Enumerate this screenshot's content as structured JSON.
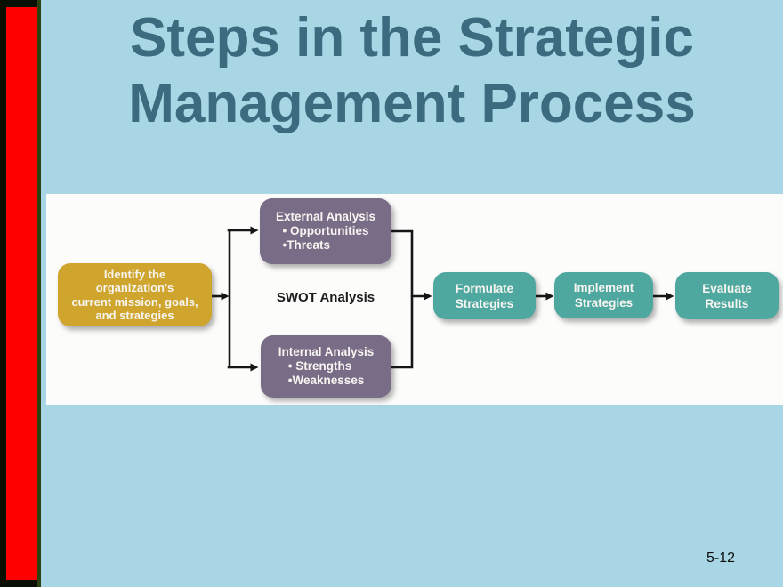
{
  "header": {
    "title_line1": "Steps in the Strategic",
    "title_line2": "Management Process"
  },
  "diagram": {
    "identify_box": {
      "text": "Identify the\norganization's\ncurrent mission, goals,\nand strategies"
    },
    "external_box": {
      "heading": "External Analysis",
      "bullets": "• Opportunities\n•Threats"
    },
    "internal_box": {
      "heading": "Internal Analysis",
      "bullets": "• Strengths\n•Weaknesses"
    },
    "swot_label": "SWOT Analysis",
    "formulate_box": {
      "text": "Formulate\nStrategies"
    },
    "implement_box": {
      "text": "Implement\nStrategies"
    },
    "evaluate_box": {
      "text": "Evaluate\nResults"
    },
    "palette": {
      "background": "#A9D6E4",
      "red_bar": "#FE0000",
      "title_text": "#3C6A7E",
      "gold_box": "#CFA52E",
      "purple_box": "#796C87",
      "teal_box": "#4FA8A0",
      "band": "#FCFCFB",
      "connector": "#161616"
    }
  },
  "footer": {
    "slide_number": "5-12"
  }
}
